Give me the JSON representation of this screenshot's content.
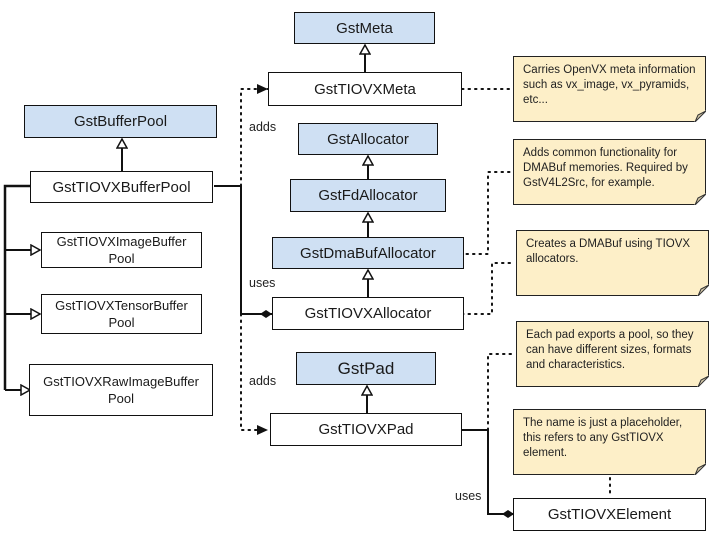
{
  "classes": {
    "gst_meta": "GstMeta",
    "gst_tiovx_meta": "GstTIOVXMeta",
    "gst_buffer_pool": "GstBufferPool",
    "gst_tiovx_buffer_pool": "GstTIOVXBufferPool",
    "gst_allocator": "GstAllocator",
    "gst_fd_allocator": "GstFdAllocator",
    "gst_dmabuf_allocator": "GstDmaBufAllocator",
    "gst_tiovx_allocator": "GstTIOVXAllocator",
    "gst_tiovx_image_buffer_pool": "GstTIOVXImageBuffer Pool",
    "gst_tiovx_tensor_buffer_pool": "GstTIOVXTensorBuffer Pool",
    "gst_tiovx_raw_image_buffer_pool": "GstTIOVXRawImageBuffer Pool",
    "gst_pad": "GstPad",
    "gst_tiovx_pad": "GstTIOVXPad",
    "gst_tiovx_element": "GstTIOVXElement"
  },
  "notes": {
    "meta": "Carries OpenVX meta information such as vx_image, vx_pyramids, etc...",
    "dmabuf": "Adds common functionality for DMABuf memories. Required by GstV4L2Src, for example.",
    "allocator": "Creates a DMABuf using TIOVX allocators.",
    "pad": "Each pad exports a pool, so they can have different sizes, formats and characteristics.",
    "element": "The name is just a placeholder, this refers to any GstTIOVX element."
  },
  "relation_labels": {
    "adds_meta": "adds",
    "uses_allocator": "uses",
    "adds_pad": "adds",
    "uses_element": "uses"
  },
  "colors": {
    "base_class_fill": "#cfe0f3",
    "note_fill": "#fdefc8",
    "line": "#111111"
  }
}
